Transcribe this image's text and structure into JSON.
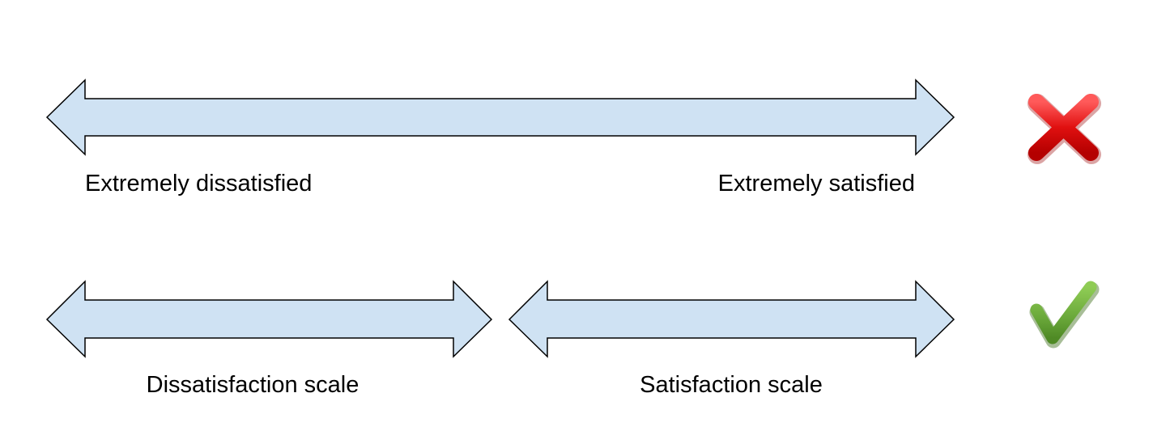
{
  "rows": {
    "single_scale": {
      "left_label": "Extremely dissatisfied",
      "right_label": "Extremely satisfied",
      "verdict_icon": "red-cross-icon"
    },
    "split_scales": {
      "left_label": "Dissatisfaction scale",
      "right_label": "Satisfaction scale",
      "verdict_icon": "green-check-icon"
    }
  },
  "colors": {
    "arrow_fill": "#cfe2f3",
    "arrow_stroke": "#000000",
    "cross": "#e01010",
    "check": "#6aa83a"
  }
}
